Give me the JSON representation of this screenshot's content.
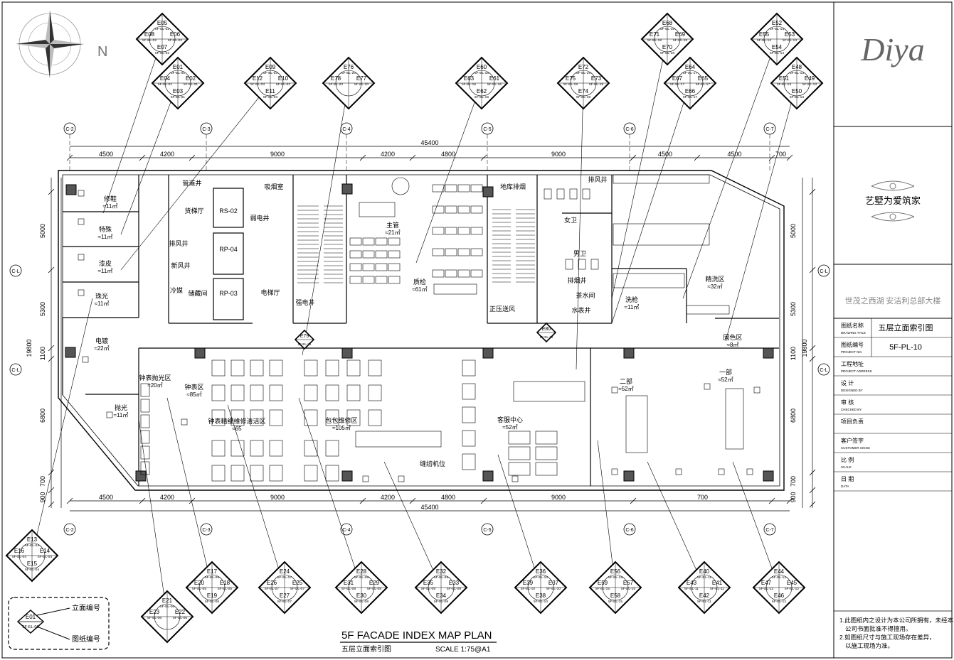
{
  "title_block": {
    "brand": "Diya",
    "slogan": "艺墅为爱筑家",
    "project": "世茂之西湖 安洁利总部大楼",
    "fields": [
      {
        "label": "图纸名称",
        "sub": "DRAWING TITLE",
        "value": "五层立面索引图"
      },
      {
        "label": "图纸编号",
        "sub": "PROJECT NO.",
        "value": "5F-PL-10"
      },
      {
        "label": "工程地址",
        "sub": "PROJECT ADDRESS",
        "value": ""
      },
      {
        "label": "设 计",
        "sub": "DESIGNED BY",
        "value": ""
      },
      {
        "label": "审 核",
        "sub": "CHECKED BY",
        "value": ""
      },
      {
        "label": "项目负责",
        "sub": "",
        "value": ""
      },
      {
        "label": "客户签字",
        "sub": "CUSTOMER SIGNS",
        "value": ""
      },
      {
        "label": "比 例",
        "sub": "SCALE",
        "value": ""
      },
      {
        "label": "日 期",
        "sub": "DATA",
        "value": ""
      }
    ],
    "notes": [
      "1.此图纸内之设计为本公司所拥有，未经本",
      "公司书面批准不得擅用。",
      "2.如图纸尺寸与施工现场存在差异，",
      "以施工现场为准。"
    ]
  },
  "drawing": {
    "title_en": "5F FACADE INDEX MAP PLAN",
    "title_cn": "五层立面索引图",
    "scale": "SCALE 1:75@A1",
    "north": "N"
  },
  "dimensions": {
    "total": "45400",
    "top": [
      "4500",
      "4200",
      "9000",
      "4200",
      "4800",
      "9000",
      "4500",
      "4500",
      "700"
    ],
    "bottom": [
      "4500",
      "4200",
      "9000",
      "4200",
      "4800",
      "9000",
      "700"
    ],
    "left": [
      "5000",
      "5300",
      "1100",
      "6800",
      "700",
      "900"
    ],
    "left_total": "19800",
    "right": [
      "5000",
      "5300",
      "1100",
      "6800",
      "700",
      "900"
    ],
    "right_total": "19800"
  },
  "axes": {
    "top": [
      "C-2",
      "C-3",
      "C-4",
      "C-5",
      "C-6",
      "C-7"
    ],
    "side": [
      "C-L"
    ]
  },
  "rooms": [
    {
      "name": "修鞋",
      "area": "≈11㎡"
    },
    {
      "name": "特殊",
      "area": "≈11㎡"
    },
    {
      "name": "漆皮",
      "area": "≈11㎡"
    },
    {
      "name": "珠光",
      "area": "≈11㎡"
    },
    {
      "name": "电镀",
      "area": "≈22㎡"
    },
    {
      "name": "抛光",
      "area": "≈11㎡"
    },
    {
      "name": "钟表抛光区",
      "area": "≈20㎡"
    },
    {
      "name": "钟表区",
      "area": "≈85㎡"
    },
    {
      "name": "钟表精细维修清洁区",
      "area": "≈65"
    },
    {
      "name": "包包维修区",
      "area": "≈105㎡"
    },
    {
      "name": "缝纫机位",
      "area": ""
    },
    {
      "name": "客服中心",
      "area": "≈52㎡"
    },
    {
      "name": "二部",
      "area": "≈52㎡"
    },
    {
      "name": "一部",
      "area": "≈52㎡"
    },
    {
      "name": "主管",
      "area": "≈21㎡"
    },
    {
      "name": "质检",
      "area": "≈61㎡"
    },
    {
      "name": "精洗区",
      "area": "≈32㎡"
    },
    {
      "name": "洗枪",
      "area": "≈11㎡"
    },
    {
      "name": "固色区",
      "area": "≈8㎡"
    },
    {
      "name": "女卫",
      "area": ""
    },
    {
      "name": "男卫",
      "area": ""
    },
    {
      "name": "茶水间",
      "area": ""
    },
    {
      "name": "排烟井",
      "area": ""
    },
    {
      "name": "水表井",
      "area": ""
    },
    {
      "name": "地库排烟",
      "area": ""
    },
    {
      "name": "排风井",
      "area": ""
    },
    {
      "name": "正压送风",
      "area": ""
    },
    {
      "name": "管道井",
      "area": ""
    },
    {
      "name": "货梯厅",
      "area": ""
    },
    {
      "name": "吸烟室",
      "area": ""
    },
    {
      "name": "弱电井",
      "area": ""
    },
    {
      "name": "电梯厅",
      "area": ""
    },
    {
      "name": "强电井",
      "area": ""
    },
    {
      "name": "排风井",
      "area": ""
    },
    {
      "name": "新风井",
      "area": ""
    },
    {
      "name": "冷媒",
      "area": ""
    },
    {
      "name": "储藏间",
      "area": ""
    },
    {
      "name": "RS-02",
      "area": ""
    },
    {
      "name": "RP-04",
      "area": ""
    },
    {
      "name": "RP-03",
      "area": ""
    }
  ],
  "tags": [
    {
      "labels": [
        "E05",
        "E08",
        "E06",
        "E07"
      ],
      "code": "5F-EL-02"
    },
    {
      "labels": [
        "E01",
        "E04",
        "E02",
        "E03"
      ],
      "code": "5F-EL-01"
    },
    {
      "labels": [
        "E09",
        "E12",
        "E10",
        "E11"
      ],
      "code": "5F-EL-03"
    },
    {
      "labels": [
        "E76",
        "E78",
        "E77",
        ""
      ],
      "code": "5F-EL-20"
    },
    {
      "labels": [
        "E60",
        "E63",
        "E61",
        "E62"
      ],
      "code": "5F-EL-16"
    },
    {
      "labels": [
        "E72",
        "E75",
        "E73",
        "E74"
      ],
      "code": "5F-EL-19"
    },
    {
      "labels": [
        "E68",
        "E71",
        "E69",
        "E70"
      ],
      "code": "5F-EL-18"
    },
    {
      "labels": [
        "E64",
        "E67",
        "E65",
        "E66"
      ],
      "code": "5F-EL-17"
    },
    {
      "labels": [
        "E52",
        "E55",
        "E53",
        "E54"
      ],
      "code": "5F-EL-14"
    },
    {
      "labels": [
        "E48",
        "E51",
        "E49",
        "E50"
      ],
      "code": "5F-EL-13"
    },
    {
      "labels": [
        "E13",
        "E16",
        "E14",
        "E15"
      ],
      "code": "5F-EL-04"
    },
    {
      "labels": [
        "E17",
        "E20",
        "E18",
        "E19"
      ],
      "code": "5F-EL-05"
    },
    {
      "labels": [
        "E21",
        "E23",
        "E22",
        ""
      ],
      "code": "5F-EL-06"
    },
    {
      "labels": [
        "E24",
        "E26",
        "E25",
        "E27"
      ],
      "code": "5F-EL-07"
    },
    {
      "labels": [
        "E28",
        "E31",
        "E29",
        "E30"
      ],
      "code": "5F-EL-08"
    },
    {
      "labels": [
        "E32",
        "E35",
        "E33",
        "E34"
      ],
      "code": "5F-EL-09"
    },
    {
      "labels": [
        "E36",
        "E39",
        "E37",
        "E38"
      ],
      "code": "5F-EL-10"
    },
    {
      "labels": [
        "E56",
        "E59",
        "E57",
        "E58"
      ],
      "code": "5F-EL-15"
    },
    {
      "labels": [
        "E40",
        "E43",
        "E41",
        "E42"
      ],
      "code": "5F-EL-11"
    },
    {
      "labels": [
        "E44",
        "E47",
        "E45",
        "E46"
      ],
      "code": "5F-EL-12"
    },
    {
      "labels": [
        "E79",
        "",
        "",
        ""
      ],
      "code": "5F-EL-21"
    },
    {
      "labels": [
        "E80",
        "",
        "",
        ""
      ],
      "code": "5F-EL-22"
    }
  ],
  "legend": {
    "tag": "E01",
    "code": "5F-EL-01",
    "elev_label": "立面编号",
    "sheet_label": "图纸编号"
  }
}
